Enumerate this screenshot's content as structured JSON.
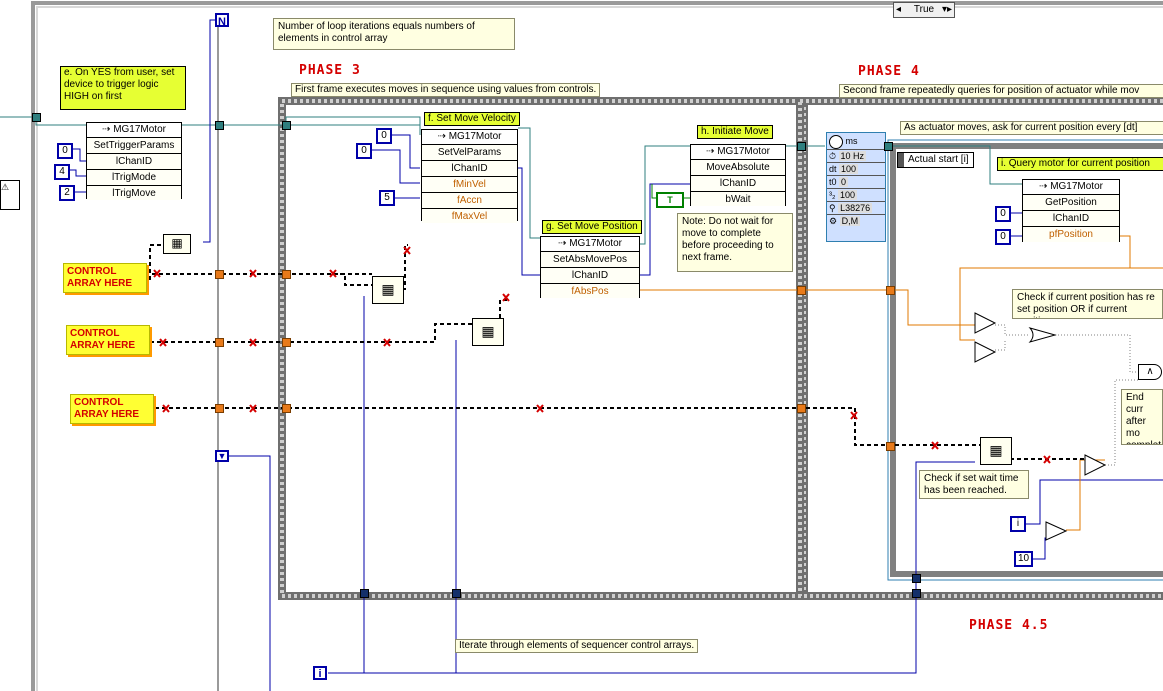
{
  "case_selector": {
    "value": "True"
  },
  "phases": {
    "phase3": "PHASE 3",
    "phase4": "PHASE 4",
    "phase45": "PHASE 4.5"
  },
  "loop": {
    "count_terminal": "N",
    "iteration_terminal": "i"
  },
  "notes": {
    "loop_iterations": "Number of loop iterations equals numbers of elements in control array",
    "phase3_frame": "First frame executes moves in sequence using values from controls.",
    "phase4_frame": "Second frame repeatedly queries for position of actuator while mov",
    "wait_note": "Note: Do not wait for move to complete before proceeding to next frame.",
    "ask_position": "As actuator moves, ask for current position every [dt]",
    "check_position": "Check if current position has re set position OR if current positio",
    "end_note": "End curr after mo complet is finish",
    "wait_time": "Check if set wait time has been reached.",
    "iterate": "Iterate through elements of sequencer control arrays.",
    "actual_start": "Actual start [i]"
  },
  "step_labels": {
    "e": "e. On YES from user, set device to trigger logic HIGH on first",
    "f": "f. Set Move Velocity",
    "g": "g. Set Move Position",
    "h": "h. Initiate Move",
    "i": "i. Query motor for current position"
  },
  "control_arrays": [
    "CONTROL ARRAY HERE",
    "CONTROL ARRAY HERE",
    "CONTROL ARRAY HERE"
  ],
  "nodes": {
    "trigger": {
      "class": "MG17Motor",
      "method": "SetTriggerParams",
      "params": [
        "lChanID",
        "lTrigMode",
        "lTrigMove"
      ]
    },
    "velocity": {
      "class": "MG17Motor",
      "method": "SetVelParams",
      "params": [
        "lChanID",
        "fMinVel",
        "fAccn",
        "fMaxVel"
      ]
    },
    "position": {
      "class": "MG17Motor",
      "method": "SetAbsMovePos",
      "params": [
        "lChanID",
        "fAbsPos"
      ]
    },
    "move": {
      "class": "MG17Motor",
      "method": "MoveAbsolute",
      "params": [
        "lChanID",
        "bWait"
      ]
    },
    "query": {
      "class": "MG17Motor",
      "method": "GetPosition",
      "params": [
        "lChanID",
        "pfPosition"
      ]
    }
  },
  "constants": {
    "trig_chan": "0",
    "trig_mode": "4",
    "trig_move": "2",
    "vel_top": "0",
    "vel_chan": "0",
    "vel_max": "5",
    "query_a": "0",
    "query_b": "0",
    "divisor": "10",
    "bool_const": "T"
  },
  "timer": {
    "unit": "ms",
    "rows": [
      "10 Hz",
      "100",
      "0",
      "100",
      "L38276",
      "D,M"
    ],
    "row_labels": [
      "",
      "dt",
      "t0",
      "",
      "",
      ""
    ]
  }
}
